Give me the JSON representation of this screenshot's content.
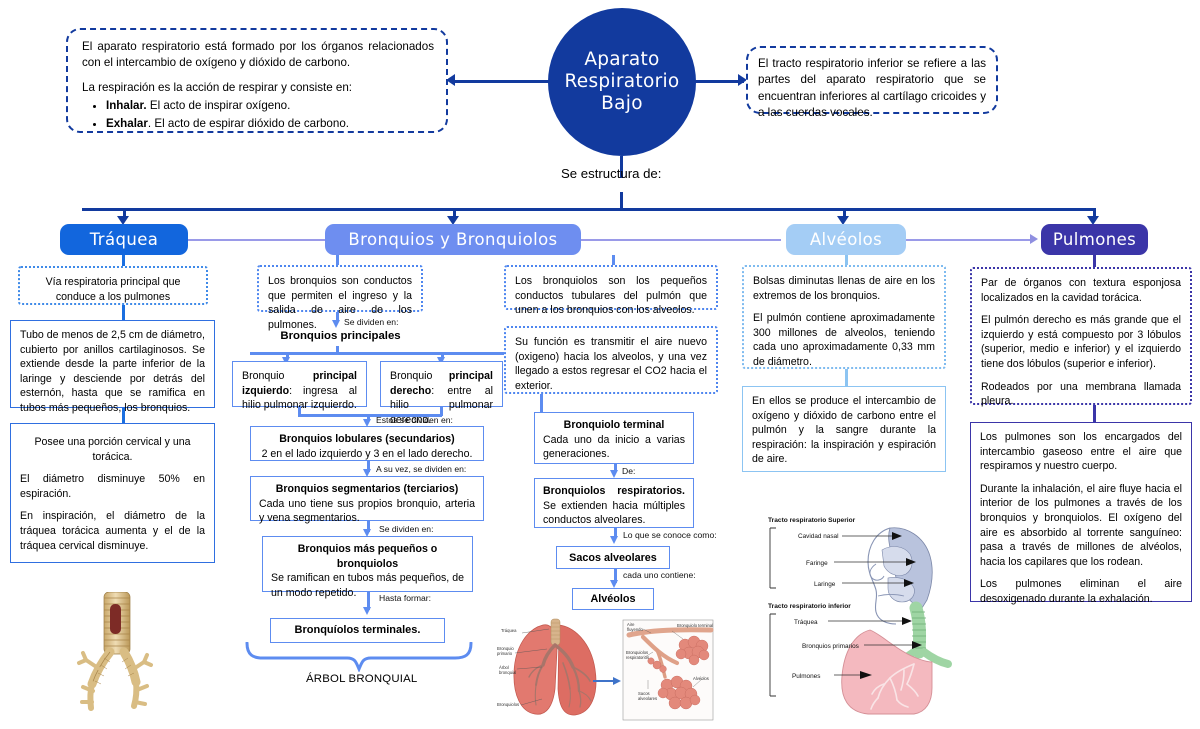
{
  "hub": {
    "title": "Aparato Respiratorio Bajo",
    "line1": "Aparato",
    "line2": "Respiratorio",
    "line3": "Bajo",
    "color": "#123a9e"
  },
  "intro_left": {
    "p1": "El aparato respiratorio está formado por los órganos relacionados con el intercambio de oxígeno y dióxido de carbono.",
    "p2": "La respiración es la acción de respirar y consiste en:",
    "bullets": [
      {
        "lead": "Inhalar.",
        "rest": " El acto de inspirar oxígeno."
      },
      {
        "lead": "Exhalar",
        "rest": ". El acto de espirar dióxido de carbono."
      }
    ]
  },
  "intro_right": {
    "text": "El tracto respiratorio inferior se refiere a las partes del aparato respiratorio que se encuentran inferiores al cartílago cricoides y a las cuerdas vocales."
  },
  "connector_label": "Se estructura de:",
  "branches": [
    {
      "id": "traquea",
      "label": "Tráquea",
      "color": "#1266dd"
    },
    {
      "id": "bronquios",
      "label": "Bronquios y Bronquiolos",
      "color": "#6e8ef0"
    },
    {
      "id": "alveolos",
      "label": "Alvéolos",
      "color": "#a4cdf5"
    },
    {
      "id": "pulmones",
      "label": "Pulmones",
      "color": "#3b35a8"
    }
  ],
  "traquea": {
    "def": "Vía respiratoria principal que conduce a los pulmones",
    "box1": "Tubo de menos de 2,5 cm de diámetro, cubierto por anillos cartilaginosos. Se extiende desde la parte inferior de la laringe y desciende por detrás del esternón, hasta que se ramifica en tubos más pequeños, los bronquios.",
    "box2_p1": "Posee una porción cervical y una torácica.",
    "box2_p2": "El diámetro disminuye 50% en espiración.",
    "box2_p3": "En inspiración, el diámetro de la tráquea torácica aumenta y el de la tráquea cervical disminuye.",
    "image_name": "traquea-bronquios-ilustracion"
  },
  "bronquios": {
    "def": "Los bronquios son conductos que permiten el ingreso y la salida de aire de los pulmones.",
    "edge1": "Se dividen en:",
    "heading1": "Bronquios principales",
    "izq_lead": "Bronquio ",
    "izq_bold": "principal izquierdo",
    "izq_rest": ": ingresa al hilio pulmonar izquierdo.",
    "der_lead": "Bronquio ",
    "der_bold": "principal derecho",
    "der_rest": ": entre al hilio pulmonar derecho.",
    "edge2": "Estos se dividen en:",
    "lob_title": "Bronquios lobulares (secundarios)",
    "lob_text": "2 en el lado izquierdo y 3 en el lado derecho.",
    "edge3": "A su vez, se dividen en:",
    "seg_title": "Bronquios segmentarios (terciarios)",
    "seg_text": "Cada uno tiene sus propios bronquio, arteria y vena segmentarios.",
    "edge4": "Se dividen en:",
    "peq_title1": "Bronquios más pequeños o",
    "peq_title2": "bronquiolos",
    "peq_text": "Se ramifican en tubos más pequeños, de un modo repetido.",
    "edge5": "Hasta formar:",
    "term_title": "Bronquíolos terminales.",
    "arbol_label": "ÁRBOL BRONQUIAL",
    "image_name": "arbol-bronquial-alveolos-ilustracion",
    "image_labels": [
      "Tráquea",
      "Bronquio primario",
      "Árbol bronquial",
      "Bronquiolos",
      "Aire fluyendo",
      "Bronquiolo terminal",
      "Bronquiolos respiratorios",
      "Sacos alveolares",
      "Alvéolos"
    ]
  },
  "bronquiolos": {
    "def1": "Los bronquiolos son los pequeños conductos tubulares del pulmón que unen a los bronquios con los alveolos.",
    "def2": "Su función es transmitir el aire nuevo (oxigeno) hacia los alveolos, y una vez llegado a estos regresar el CO2 hacia el exterior.",
    "term_title": "Bronquiolo terminal",
    "term_text": "Cada uno da inicio a varias generaciones.",
    "edge_de": "De:",
    "resp_title": "Bronquiolos respiratorios.",
    "resp_text": "Se extienden hacia múltiples conductos alveolares.",
    "edge_conoce": "Lo que se conoce como:",
    "sacos": "Sacos alveolares",
    "edge_contiene": "cada uno contiene:",
    "alveolos": "Alvéolos"
  },
  "alveolos": {
    "p1": "Bolsas diminutas llenas de aire en los extremos de los bronquios.",
    "p2": "El pulmón contiene aproximadamente 300 millones de alveolos, teniendo cada uno aproximadamente 0,33 mm de diámetro.",
    "box2": "En ellos se produce el intercambio de oxígeno y dióxido de carbono entre el pulmón y la sangre durante la respiración: la inspiración y espiración de aire."
  },
  "pulmones": {
    "p1": "Par de órganos con textura esponjosa localizados en la cavidad torácica.",
    "p2": "El pulmón derecho es más grande que el izquierdo y está compuesto por 3 lóbulos (superior, medio e inferior) y el izquierdo tiene dos lóbulos (superior e inferior).",
    "p3": "Rodeados por una membrana llamada pleura.",
    "q1": "Los pulmones son los encargados del intercambio gaseoso entre el aire que respiramos y nuestro cuerpo.",
    "q2": "Durante la inhalación, el aire fluye hacia el interior de los pulmones a través de los bronquios y bronquiolos. El oxígeno del aire es absorbido al torrente sanguíneo: pasa a través de millones de alvéolos, hacia los capilares que los rodean.",
    "q3": "Los pulmones eliminan el aire desoxigenado durante la exhalación."
  },
  "anatomy_image": {
    "name": "tracto-respiratorio-ilustracion",
    "superior_title": "Tracto respiratorio Superior",
    "inferior_title": "Tracto respiratorio inferior",
    "labels_superior": [
      "Cavidad nasal",
      "Faringe",
      "Laringe"
    ],
    "labels_inferior": [
      "Tráquea",
      "Bronquios primarios",
      "Pulmones"
    ]
  }
}
